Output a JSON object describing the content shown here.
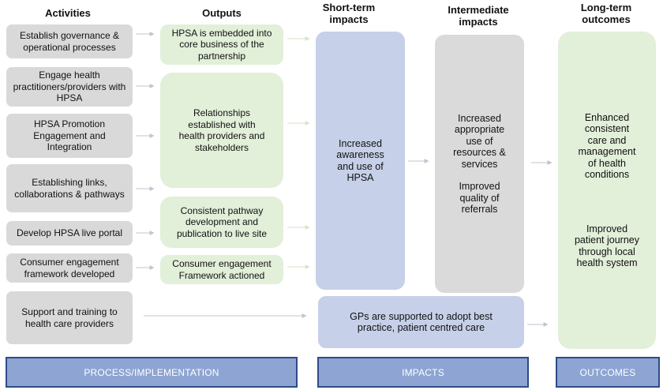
{
  "headers": {
    "activities": "Activities",
    "outputs": "Outputs",
    "short_term": "Short-term impacts",
    "intermediate": "Intermediate impacts",
    "long_term": "Long-term outcomes"
  },
  "activities": [
    "Establish governance & operational processes",
    "Engage health practitioners/providers with HPSA",
    "HPSA Promotion Engagement and Integration",
    "Establishing links, collaborations & pathways",
    "Develop HPSA live portal",
    "Consumer engagement framework developed",
    "Support and training to health care providers"
  ],
  "outputs": [
    "HPSA is embedded into core business of the partnership",
    "Relationships established with health providers and stakeholders",
    "Consistent pathway development and publication to live site",
    "Consumer engagement Framework actioned"
  ],
  "short_term": "Increased awareness and use of HPSA",
  "intermediate": [
    "Increased appropriate use of resources & services",
    "Improved quality of referrals"
  ],
  "gp_support": "GPs are supported to adopt best practice, patient centred care",
  "long_term": [
    "Enhanced consistent care and management of health conditions",
    "Improved patient journey through local health system"
  ],
  "banners": {
    "process": "PROCESS/IMPLEMENTATION",
    "impacts": "IMPACTS",
    "outcomes": "OUTCOMES"
  },
  "colors": {
    "activity_box": "#d9d9d9",
    "output_box": "#e2efd9",
    "short_term_box": "#c6d0e8",
    "intermediate_box": "#dadada",
    "long_term_box": "#e2efd9",
    "banner_fill": "#8ea4d2",
    "banner_border": "#2f4a8a",
    "arrow": "#bfc5cf"
  }
}
